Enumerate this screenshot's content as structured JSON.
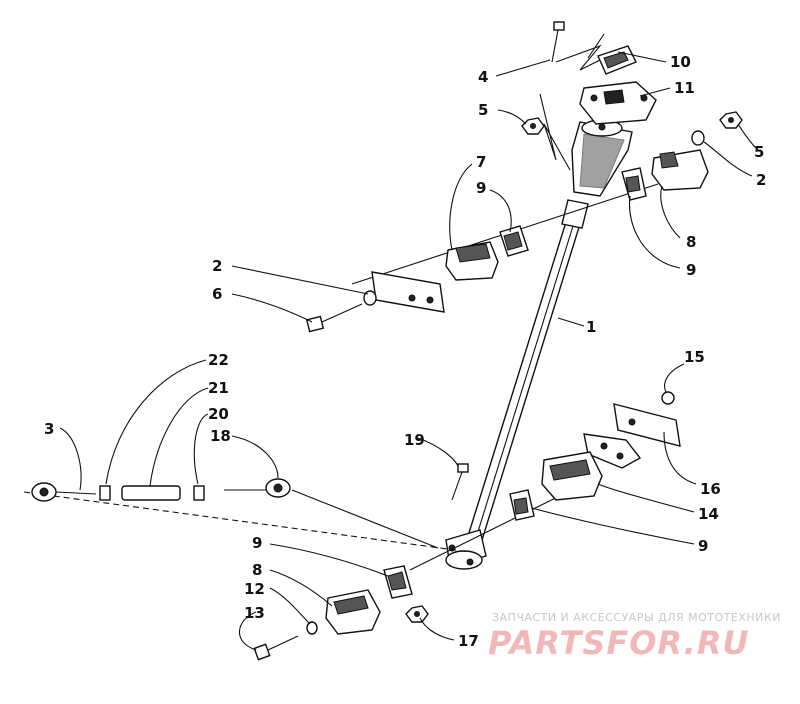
{
  "diagram": {
    "callouts": [
      {
        "id": "c4",
        "label": "4"
      },
      {
        "id": "c10",
        "label": "10"
      },
      {
        "id": "c11",
        "label": "11"
      },
      {
        "id": "c5a",
        "label": "5"
      },
      {
        "id": "c5b",
        "label": "5"
      },
      {
        "id": "c2a",
        "label": "2"
      },
      {
        "id": "c7",
        "label": "7"
      },
      {
        "id": "c9a",
        "label": "9"
      },
      {
        "id": "c8a",
        "label": "8"
      },
      {
        "id": "c9b",
        "label": "9"
      },
      {
        "id": "c2b",
        "label": "2"
      },
      {
        "id": "c6",
        "label": "6"
      },
      {
        "id": "c1",
        "label": "1"
      },
      {
        "id": "c22",
        "label": "22"
      },
      {
        "id": "c21",
        "label": "21"
      },
      {
        "id": "c20",
        "label": "20"
      },
      {
        "id": "c18",
        "label": "18"
      },
      {
        "id": "c3",
        "label": "3"
      },
      {
        "id": "c15",
        "label": "15"
      },
      {
        "id": "c19",
        "label": "19"
      },
      {
        "id": "c16",
        "label": "16"
      },
      {
        "id": "c14",
        "label": "14"
      },
      {
        "id": "c9c",
        "label": "9"
      },
      {
        "id": "c9d",
        "label": "9"
      },
      {
        "id": "c8b",
        "label": "8"
      },
      {
        "id": "c12",
        "label": "12"
      },
      {
        "id": "c13",
        "label": "13"
      },
      {
        "id": "c17",
        "label": "17"
      }
    ]
  },
  "watermark": {
    "tagline": "ЗАПЧАСТИ И АКСЕССУАРЫ ДЛЯ МОТОТЕХНИКИ",
    "brand": "PARTSFOR.RU"
  }
}
